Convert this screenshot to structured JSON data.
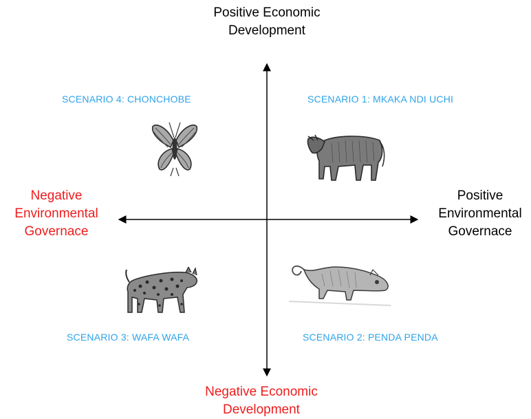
{
  "axes": {
    "top": {
      "line1": "Positive Economic",
      "line2": "Development",
      "color": "#000000"
    },
    "bottom": {
      "line1": "Negative Economic",
      "line2": "Development",
      "color": "#ee1c1c"
    },
    "left": {
      "line1": "Negative",
      "line2": "Environmental",
      "line3": "Governace",
      "color": "#ee1c1c"
    },
    "right": {
      "line1": "Positive",
      "line2": "Environmental",
      "line3": "Governace",
      "color": "#000000"
    }
  },
  "scenarios": {
    "s1": {
      "label": "SCENARIO 1: MKAKA NDI UCHI",
      "icon": "cow-icon"
    },
    "s2": {
      "label": "SCENARIO 2: PENDA PENDA",
      "icon": "chameleon-icon"
    },
    "s3": {
      "label": "SCENARIO 3: WAFA WAFA",
      "icon": "hyena-icon"
    },
    "s4": {
      "label": "SCENARIO 4: CHONCHOBE",
      "icon": "butterfly-icon"
    }
  },
  "colors": {
    "scenario_text": "#2ea3e8",
    "negative": "#ee1c1c",
    "positive": "#000000"
  }
}
